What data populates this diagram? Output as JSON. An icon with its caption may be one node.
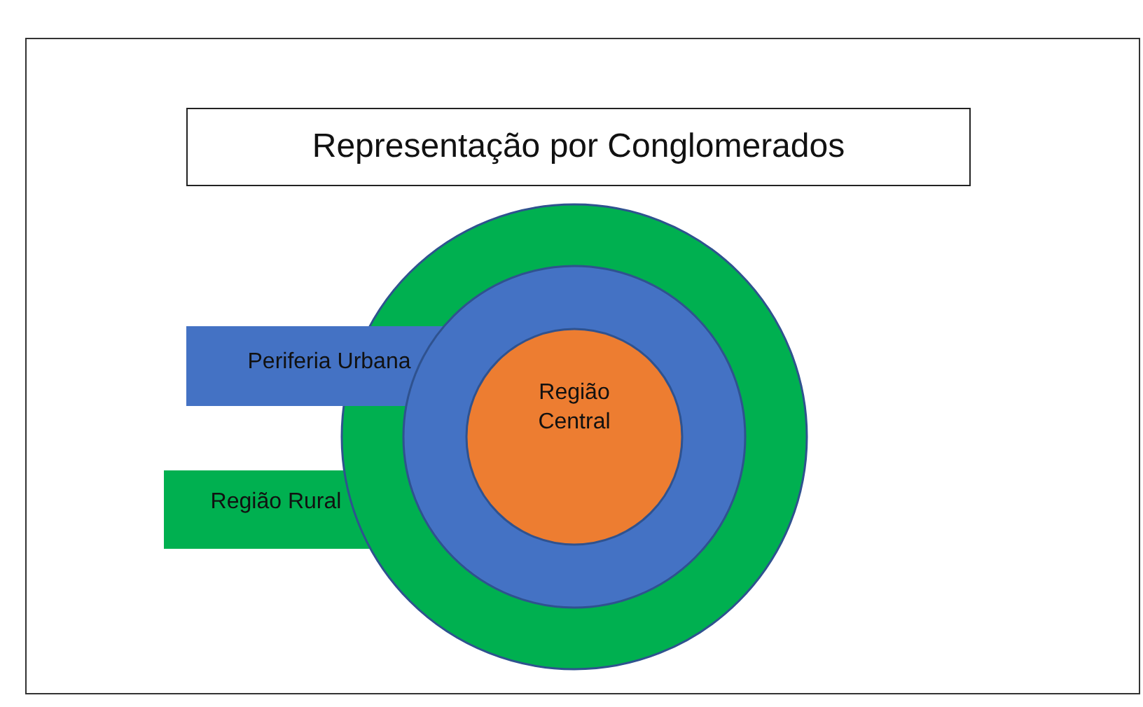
{
  "diagram": {
    "title": "Representação por Conglomerados",
    "nodes": [
      {
        "text": [
          "Região Rural"
        ]
      },
      {
        "text": [
          "Periferia Urbana"
        ],
        "in": 0
      },
      {
        "text": [
          "Região Central"
        ],
        "in": 1
      }
    ]
  }
}
